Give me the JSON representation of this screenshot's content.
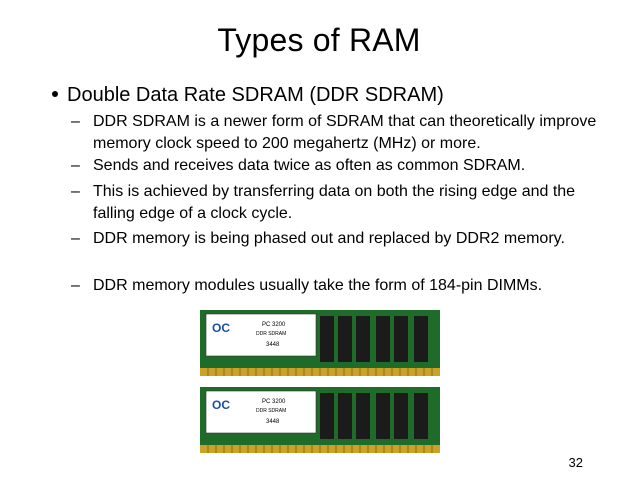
{
  "slide": {
    "title": "Types of RAM",
    "bullet": "Double Data Rate SDRAM (DDR SDRAM)",
    "dash": "–",
    "sub_points": [
      "DDR SDRAM is a newer form of SDRAM that can theoretically improve memory clock speed to 200 megahertz (MHz) or more.",
      "Sends and receives data twice as often as common SDRAM.",
      "This is achieved by transferring data on both the rising edge and the falling edge of a clock cycle.",
      "DDR memory is being phased out and replaced by DDR2 memory.",
      "DDR memory modules usually take the form of 184-pin DIMMs."
    ],
    "page_number": "32"
  },
  "images": {
    "ram_modules": [
      {
        "logo_text": "OC",
        "label_line1": "PC 3200",
        "label_line2": "DDR SDRAM",
        "label_line3": "3448"
      },
      {
        "logo_text": "OC",
        "label_line1": "PC 3200",
        "label_line2": "DDR SDRAM",
        "label_line3": "3448"
      }
    ]
  },
  "colors": {
    "background": "#ffffff",
    "text": "#000000",
    "pcb_green": "#1f6b2a",
    "chip_black": "#1b1b1b",
    "gold_contact": "#c9a227"
  }
}
